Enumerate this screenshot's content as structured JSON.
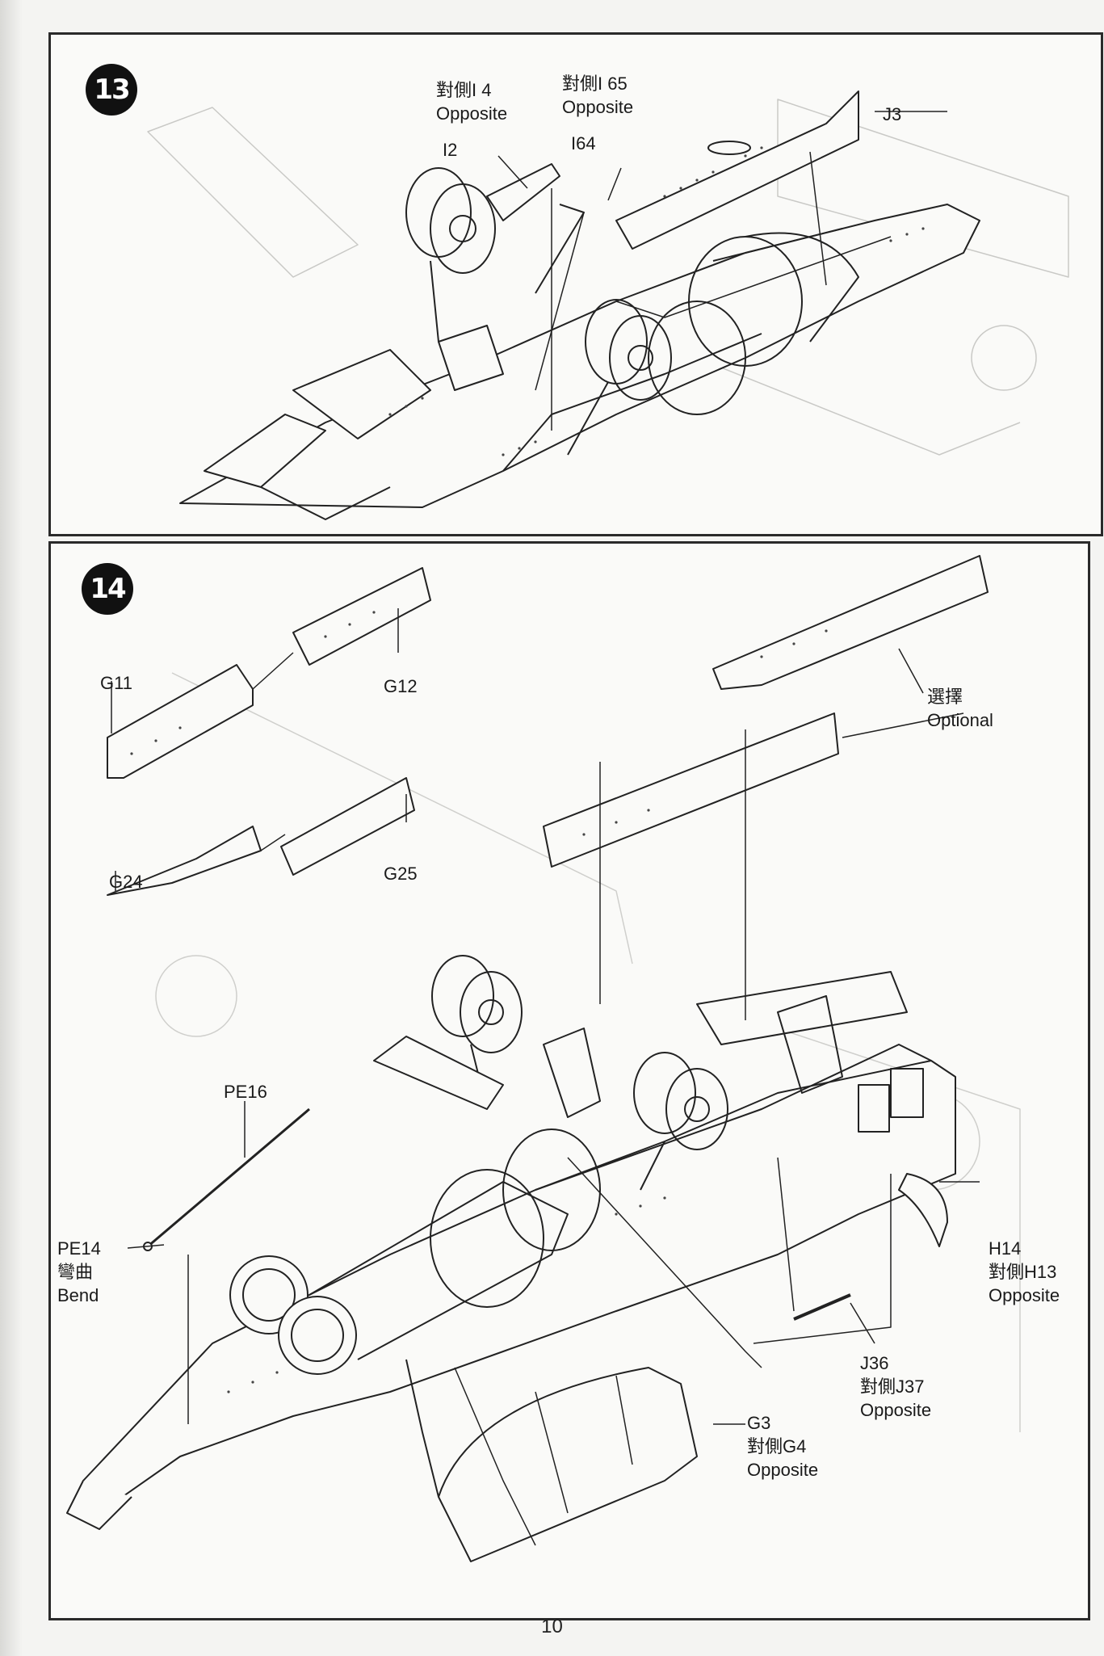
{
  "page": {
    "number": "10"
  },
  "step13": {
    "number": "13",
    "callouts": {
      "i4": {
        "line1": "對側I 4",
        "line2": "Opposite"
      },
      "i65": {
        "line1": "對側I 65",
        "line2": "Opposite"
      },
      "i2": {
        "line1": "I2"
      },
      "i64": {
        "line1": "I64"
      },
      "j3": {
        "line1": "J3"
      }
    }
  },
  "step14": {
    "number": "14",
    "callouts": {
      "g11": {
        "line1": "G11"
      },
      "g12": {
        "line1": "G12"
      },
      "g24": {
        "line1": "G24"
      },
      "g25": {
        "line1": "G25"
      },
      "optional": {
        "line1": "選擇",
        "line2": "Optional"
      },
      "pe16": {
        "line1": "PE16"
      },
      "pe14": {
        "line1": "PE14",
        "line2": "彎曲",
        "line3": "Bend"
      },
      "h14": {
        "line1": "H14",
        "line2": "對側H13",
        "line3": "Opposite"
      },
      "j36": {
        "line1": "J36",
        "line2": "對側J37",
        "line3": "Opposite"
      },
      "g3": {
        "line1": "G3",
        "line2": "對側G4",
        "line3": "Opposite"
      }
    }
  }
}
